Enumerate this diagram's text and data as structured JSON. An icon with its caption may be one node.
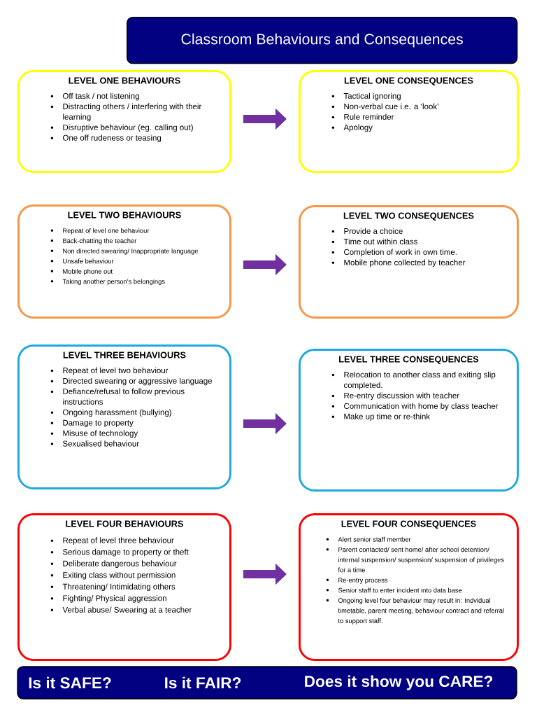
{
  "diagram": {
    "title": "Classroom Behaviours and Consequences",
    "nodes": [
      {
        "text": [
          "LEVEL ONE BEHAVIOURS",
          "Off task / not listening",
          "Distracting others / interfering with their learning",
          "Disruptive behaviour (eg. calling out)",
          "One off rudeness or teasing"
        ]
      },
      {
        "text": [
          "LEVEL ONE CONSEQUENCES",
          "Tactical ignoring",
          "Non-verbal cue i.e. a ‘look’",
          "Rule reminder",
          "Apology"
        ]
      },
      {
        "text": [
          "LEVEL TWO BEHAVIOURS",
          "Repeat of level one behaviour",
          "Back-chatting the teacher",
          "Non directed swearing/ Inappropriate language",
          "Unsafe behaviour",
          "Mobile phone out",
          "Taking another person's belongings"
        ]
      },
      {
        "text": [
          "LEVEL TWO CONSEQUENCES",
          "Provide a choice",
          "Time out within class",
          "Completion of work in own time.",
          "Mobile phone collected by teacher"
        ]
      },
      {
        "text": [
          "LEVEL THREE BEHAVIOURS",
          "Repeat of level two behaviour",
          "Directed swearing or aggressive language",
          "Defiance/refusal to follow previous instructions",
          "Ongoing harassment (bullying)",
          "Damage to property",
          "Misuse of technology",
          "Sexualised behaviour"
        ]
      },
      {
        "text": [
          "LEVEL THREE CONSEQUENCES",
          "Relocation to another class and exiting slip completed.",
          "Re-entry discussion with teacher",
          "Communication with home by class teacher",
          "Make up time or re-think"
        ]
      },
      {
        "text": [
          "LEVEL FOUR BEHAVIOURS",
          "Repeat of level three behaviour",
          "Serious damage to property or theft",
          "Deliberate dangerous behaviour",
          "Exiting class without permission",
          "Threatening/ Intimidating others",
          "Fighting/ Physical aggression",
          "Verbal abuse/ Swearing at a teacher"
        ]
      },
      {
        "text": [
          "LEVEL FOUR CONSEQUENCES",
          "Alert senior staff member",
          "Parent contacted/ sent home/ after school detention/ internal suspension/ suspension/ suspension of privileges for a time",
          "Re-entry process",
          "Senior staff to enter incident into data base",
          "Ongoing level four behaviour may result in: Indvidual timetable, parent meeting, behaviour contract and referral to support staff."
        ]
      }
    ],
    "edges": [
      {
        "from": 0,
        "to": 1,
        "arrow": "to"
      },
      {
        "from": 2,
        "to": 3,
        "arrow": "to"
      },
      {
        "from": 4,
        "to": 5,
        "arrow": "to"
      },
      {
        "from": 6,
        "to": 7,
        "arrow": "to"
      }
    ],
    "labels": [
      "Is it SAFE?",
      "Is it FAIR?",
      "Does it show you CARE?"
    ]
  }
}
